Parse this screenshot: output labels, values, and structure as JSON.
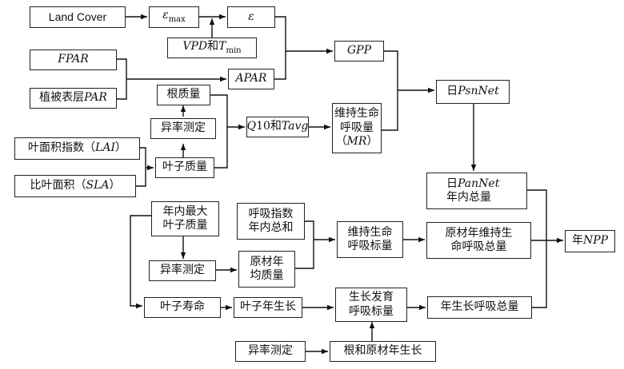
{
  "nodes": {
    "land_cover": "Land Cover",
    "eps_max": {
      "sym": "ε",
      "sub": "max"
    },
    "eps": "ε",
    "vpd_tmin": {
      "a": "VPD",
      "b": "和",
      "c": "T",
      "sub": "min"
    },
    "fpar": "FPAR",
    "par": {
      "a": "植被表层",
      "b": "PAR"
    },
    "apar": "APAR",
    "gpp": "GPP",
    "root_mass": "根质量",
    "allometry_1": "异率测定",
    "leaf_mass": "叶子质量",
    "lai": {
      "a": "叶面积指数（",
      "b": "LAI",
      "c": "）"
    },
    "sla": {
      "a": "比叶面积（",
      "b": "SLA",
      "c": "）"
    },
    "q10_tavg": {
      "a": "Q",
      "b": "10和",
      "c": "Tavg"
    },
    "mr": {
      "l1": "维持生命",
      "l2": "呼吸量",
      "l3a": "（",
      "l3b": "MR",
      "l3c": "）"
    },
    "psnnet": {
      "a": "日",
      "b": "PsnNet"
    },
    "pannet": {
      "a": "日",
      "b": "PanNet",
      "l2": "年内总量"
    },
    "max_leaf": {
      "l1": "年内最大",
      "l2": "叶子质量"
    },
    "resp_index": {
      "l1": "呼吸指数",
      "l2": "年内总和"
    },
    "allometry_2": "异率测定",
    "wood_mass": {
      "l1": "原材年",
      "l2": "均质量"
    },
    "maint_std": {
      "l1": "维持生命",
      "l2": "呼吸标量"
    },
    "wood_maint": {
      "l1": "原材年维持生",
      "l2": "命呼吸总量"
    },
    "npp": {
      "a": "年",
      "b": "NPP"
    },
    "leaf_life": "叶子寿命",
    "leaf_growth": "叶子年生长",
    "growth_std": {
      "l1": "生长发育",
      "l2": "呼吸标量"
    },
    "growth_total": "年生长呼吸总量",
    "allometry_3": "异率测定",
    "root_wood_growth": "根和原材年生长"
  }
}
